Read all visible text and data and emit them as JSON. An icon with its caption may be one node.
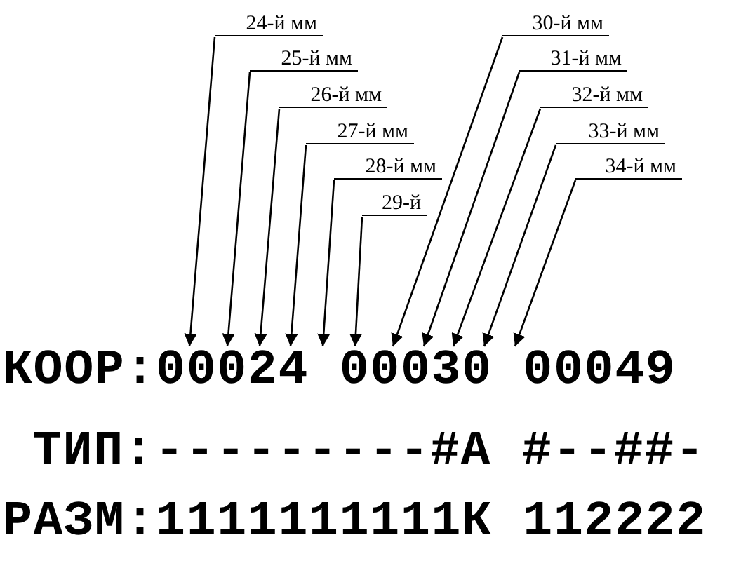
{
  "diagram": {
    "nodes": [
      {
        "text": [
          "24-й мм"
        ]
      },
      {
        "text": [
          "25-й мм"
        ]
      },
      {
        "text": [
          "26-й мм"
        ]
      },
      {
        "text": [
          "27-й мм"
        ]
      },
      {
        "text": [
          "28-й мм"
        ]
      },
      {
        "text": [
          "29-й"
        ]
      },
      {
        "text": [
          "30-й мм"
        ]
      },
      {
        "text": [
          "31-й мм"
        ]
      },
      {
        "text": [
          "32-й мм"
        ]
      },
      {
        "text": [
          "33-й мм"
        ]
      },
      {
        "text": [
          "34-й мм"
        ]
      },
      {
        "text": [
          "КООР:00024 00030 00049"
        ]
      }
    ],
    "edges": [
      {
        "from": 0,
        "to": 11,
        "arrow": "to"
      },
      {
        "from": 1,
        "to": 11,
        "arrow": "to"
      },
      {
        "from": 2,
        "to": 11,
        "arrow": "to"
      },
      {
        "from": 3,
        "to": 11,
        "arrow": "to"
      },
      {
        "from": 4,
        "to": 11,
        "arrow": "to"
      },
      {
        "from": 5,
        "to": 11,
        "arrow": "to"
      },
      {
        "from": 6,
        "to": 11,
        "arrow": "to"
      },
      {
        "from": 7,
        "to": 11,
        "arrow": "to"
      },
      {
        "from": 8,
        "to": 11,
        "arrow": "to"
      },
      {
        "from": 9,
        "to": 11,
        "arrow": "to"
      },
      {
        "from": 10,
        "to": 11,
        "arrow": "to"
      }
    ],
    "labels": [
      "ТИП:---------#A #--##-",
      "РАЗМ:1111111111К 112222"
    ]
  }
}
